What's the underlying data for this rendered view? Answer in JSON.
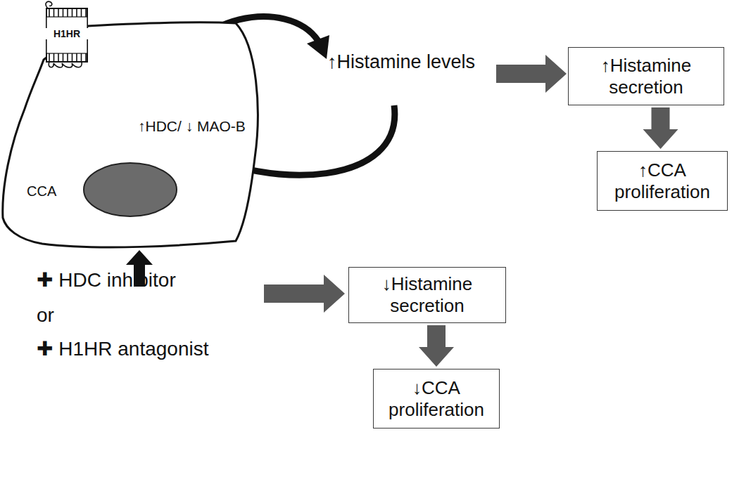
{
  "diagram": {
    "nodes": [
      {
        "text": [
          "↑HDC/ ↓ MAO-B",
          "CCA"
        ]
      },
      {
        "text": [
          "H1HR"
        ],
        "in": 0
      },
      {
        "text": [
          "↑Histamine secretion"
        ]
      },
      {
        "text": [
          "↑CCA proliferation"
        ]
      },
      {
        "text": [
          "↓Histamine secretion"
        ]
      },
      {
        "text": [
          "↓CCA proliferation"
        ]
      }
    ],
    "edges": [
      {
        "from": 2,
        "to": 3,
        "arrow": "to"
      },
      {
        "from": 4,
        "to": 5,
        "arrow": "to"
      }
    ],
    "labels": [
      "↑Histamine levels",
      "✚ HDC inhibitor",
      "or",
      "✚ H1HR antagonist"
    ]
  }
}
